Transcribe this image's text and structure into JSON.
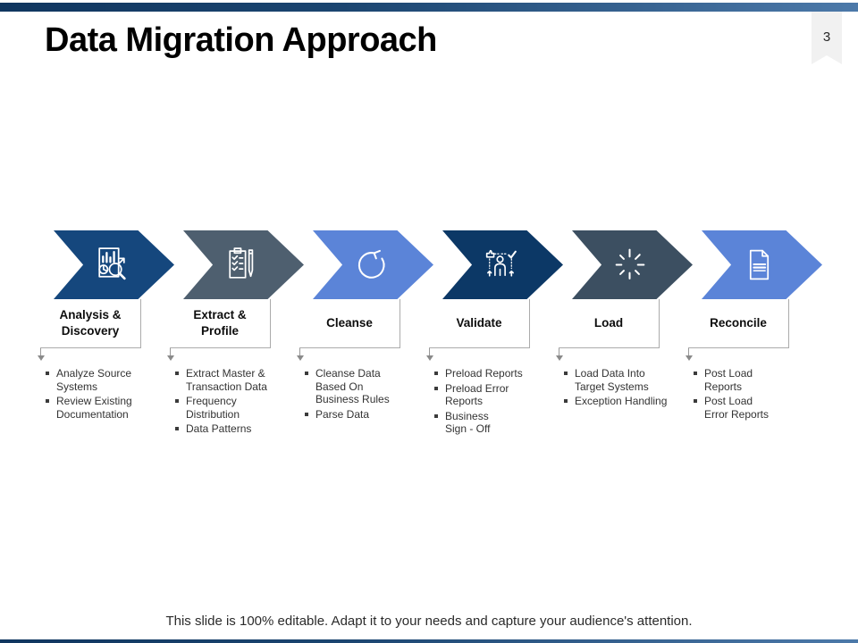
{
  "slide": {
    "title": "Data Migration Approach",
    "page_number": "3",
    "footer": "This slide is 100% editable. Adapt it to your needs and capture your audience's attention."
  },
  "colors": {
    "top_bar_left": "#10365f",
    "top_bar_right": "#4c79a9",
    "connector_gray": "#999999",
    "ribbon_bg": "#f1f1f1"
  },
  "steps": [
    {
      "label": "Analysis &\nDiscovery",
      "icon": "chart-magnifier-icon",
      "color": "#15477d",
      "bullets": [
        "Analyze Source\nSystems",
        "Review Existing\nDocumentation"
      ]
    },
    {
      "label": "Extract &\nProfile",
      "icon": "clipboard-pen-icon",
      "color": "#4e5f6f",
      "bullets": [
        "Extract Master &\nTransaction Data",
        "Frequency\nDistribution",
        "Data Patterns"
      ]
    },
    {
      "label": "Cleanse",
      "icon": "refresh-arrow-icon",
      "color": "#5b84d8",
      "bullets": [
        "Cleanse Data\nBased On\nBusiness Rules",
        "Parse Data"
      ]
    },
    {
      "label": "Validate",
      "icon": "person-approval-icon",
      "color": "#0c3866",
      "bullets": [
        "Preload Reports",
        "Preload Error\nReports",
        "Business\nSign - Off"
      ]
    },
    {
      "label": "Load",
      "icon": "loading-spinner-icon",
      "color": "#3c4f61",
      "bullets": [
        "Load Data Into\nTarget Systems",
        "Exception Handling"
      ]
    },
    {
      "label": "Reconcile",
      "icon": "document-report-icon",
      "color": "#5b84d8",
      "bullets": [
        "Post Load\nReports",
        "Post Load\nError Reports"
      ]
    }
  ]
}
